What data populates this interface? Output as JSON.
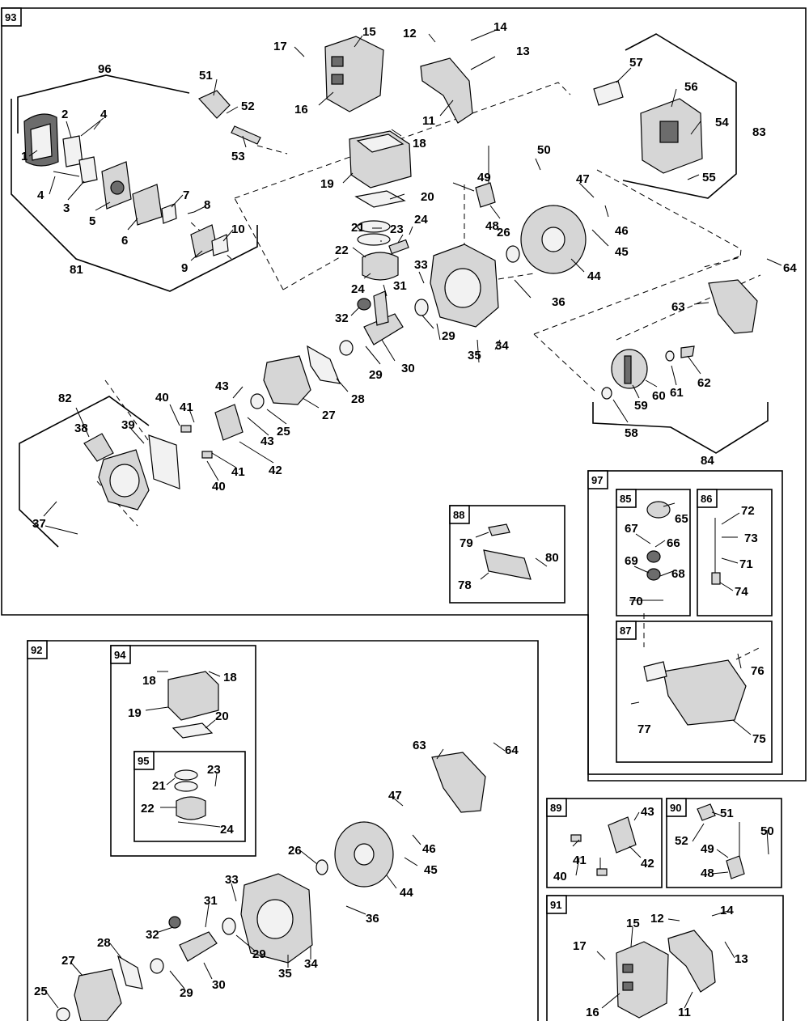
{
  "panels": {
    "p93": "93",
    "p92": "92",
    "p94": "94",
    "p95": "95",
    "p97": "97",
    "p85": "85",
    "p86": "86",
    "p87": "87",
    "p88": "88",
    "p89": "89",
    "p90": "90",
    "p91": "91"
  },
  "assemblies": {
    "a96": "96",
    "a81": "81",
    "a83": "83",
    "a84": "84",
    "a82": "82"
  },
  "callouts": {
    "c1": "1",
    "c2": "2",
    "c3": "3",
    "c4a": "4",
    "c4b": "4",
    "c5": "5",
    "c6": "6",
    "c7": "7",
    "c8": "8",
    "c9": "9",
    "c10": "10",
    "c11": "11",
    "c12": "12",
    "c13": "13",
    "c14": "14",
    "c15": "15",
    "c16": "16",
    "c17": "17",
    "c18": "18",
    "c19": "19",
    "c20": "20",
    "c21": "21",
    "c22": "22",
    "c23": "23",
    "c24a": "24",
    "c24b": "24",
    "c25": "25",
    "c26": "26",
    "c27": "27",
    "c28": "28",
    "c29a": "29",
    "c29b": "29",
    "c30": "30",
    "c31": "31",
    "c32": "32",
    "c33": "33",
    "c34": "34",
    "c35": "35",
    "c36": "36",
    "c37": "37",
    "c38": "38",
    "c39": "39",
    "c40a": "40",
    "c40b": "40",
    "c41a": "41",
    "c41b": "41",
    "c42": "42",
    "c43a": "43",
    "c43b": "43",
    "c44": "44",
    "c45": "45",
    "c46": "46",
    "c47": "47",
    "c48": "48",
    "c49": "49",
    "c50": "50",
    "c51": "51",
    "c52": "52",
    "c53": "53",
    "c54": "54",
    "c55": "55",
    "c56": "56",
    "c57": "57",
    "c58": "58",
    "c59": "59",
    "c60": "60",
    "c61": "61",
    "c62": "62",
    "c63": "63",
    "c64": "64",
    "c65": "65",
    "c66": "66",
    "c67": "67",
    "c68": "68",
    "c69": "69",
    "c70": "70",
    "c71": "71",
    "c72": "72",
    "c73": "73",
    "c74": "74",
    "c75": "75",
    "c76": "76",
    "c77": "77",
    "c78": "78",
    "c79": "79",
    "c80": "80",
    "b18a": "18",
    "b18b": "18",
    "b19": "19",
    "b20": "20",
    "b21": "21",
    "b22": "22",
    "b23": "23",
    "b24": "24",
    "b25": "25",
    "b26": "26",
    "b27": "27",
    "b28": "28",
    "b29a": "29",
    "b29b": "29",
    "b30": "30",
    "b31": "31",
    "b32": "32",
    "b33": "33",
    "b34": "34",
    "b35": "35",
    "b36": "36",
    "b44": "44",
    "b45": "45",
    "b46": "46",
    "b47": "47",
    "b63": "63",
    "b64": "64",
    "d40": "40",
    "d41": "41",
    "d42": "42",
    "d43": "43",
    "e48": "48",
    "e49": "49",
    "e50": "50",
    "e51": "51",
    "e52": "52",
    "f11": "11",
    "f12": "12",
    "f13": "13",
    "f14": "14",
    "f15": "15",
    "f16": "16",
    "f17": "17"
  }
}
